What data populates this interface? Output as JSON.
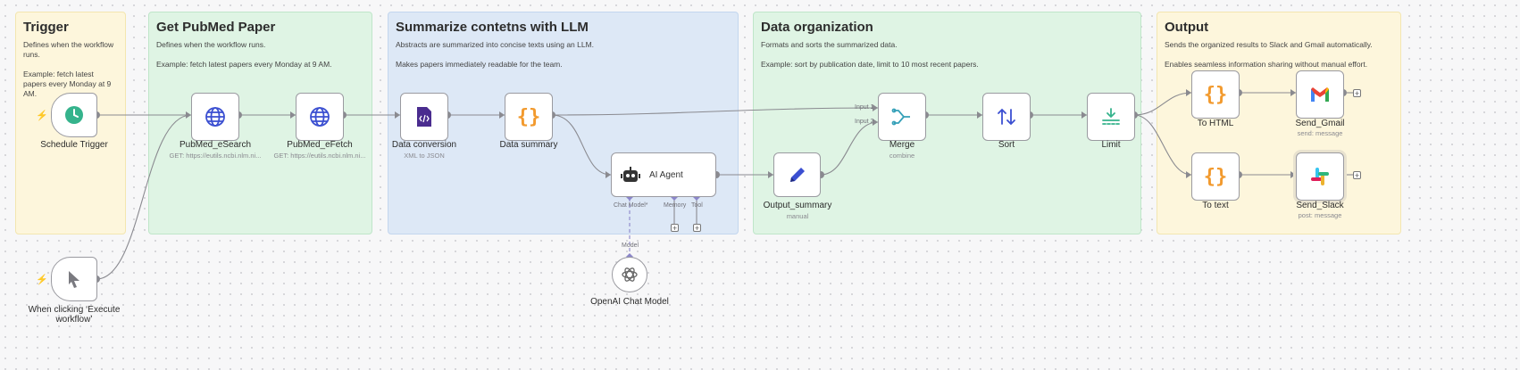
{
  "stickies": {
    "trigger": {
      "title": "Trigger",
      "text": "Defines when the workflow runs.\n\nExample: fetch latest papers every Monday at 9 AM."
    },
    "pubmed": {
      "title": "Get PubMed Paper",
      "text": "Defines when the workflow runs.\n\nExample: fetch latest papers every Monday at 9 AM."
    },
    "llm": {
      "title": "Summarize contetns with LLM",
      "text": "Abstracts are summarized into concise texts using an LLM.\n\nMakes papers immediately readable for the team."
    },
    "organize": {
      "title": "Data organization",
      "text": "Formats and sorts the summarized data.\n\nExample: sort by publication date, limit to 10 most recent papers."
    },
    "output": {
      "title": "Output",
      "text": "Sends the organized results to Slack and Gmail automatically.\n\nEnables seamless information sharing without manual effort."
    }
  },
  "nodes": {
    "schedule": {
      "label": "Schedule Trigger",
      "icon": "clock-icon"
    },
    "manual": {
      "label": "When clicking ‘Execute workflow’",
      "icon": "cursor-icon"
    },
    "esearch": {
      "label": "PubMed_eSearch",
      "sub": "GET: https://eutils.ncbi.nlm.ni...",
      "icon": "globe-icon"
    },
    "efetch": {
      "label": "PubMed_eFetch",
      "sub": "GET: https://eutils.ncbi.nlm.ni...",
      "icon": "globe-icon"
    },
    "conversion": {
      "label": "Data conversion",
      "sub": "XML to JSON",
      "icon": "file-code-icon"
    },
    "summary": {
      "label": "Data summary",
      "icon": "braces-icon"
    },
    "agent": {
      "label": "AI Agent",
      "icon": "robot-icon",
      "ports": {
        "chat_model": "Chat Model*",
        "memory": "Memory",
        "tool": "Tool"
      }
    },
    "openai": {
      "label": "OpenAI Chat Model",
      "icon": "openai-icon",
      "port": "Model"
    },
    "output_summary": {
      "label": "Output_summary",
      "sub": "manual",
      "icon": "pencil-icon"
    },
    "merge": {
      "label": "Merge",
      "sub": "combine",
      "icon": "merge-icon",
      "inputs": [
        "Input 1",
        "Input 2"
      ]
    },
    "sort": {
      "label": "Sort",
      "icon": "sort-icon"
    },
    "limit": {
      "label": "Limit",
      "icon": "limit-icon"
    },
    "to_html": {
      "label": "To HTML",
      "icon": "braces-icon"
    },
    "send_gmail": {
      "label": "Send_Gmail",
      "sub": "send: message",
      "icon": "gmail-icon"
    },
    "to_text": {
      "label": "To text",
      "icon": "braces-icon"
    },
    "send_slack": {
      "label": "Send_Slack",
      "sub": "post: message",
      "icon": "slack-icon"
    }
  },
  "colors": {
    "wire": "#8a8a90",
    "ai_wire": "#8b86c9",
    "braces": "#f29a2e",
    "globe": "#3b4fd1",
    "bolt": "#ff6d5a",
    "clock": "#35b38c"
  }
}
